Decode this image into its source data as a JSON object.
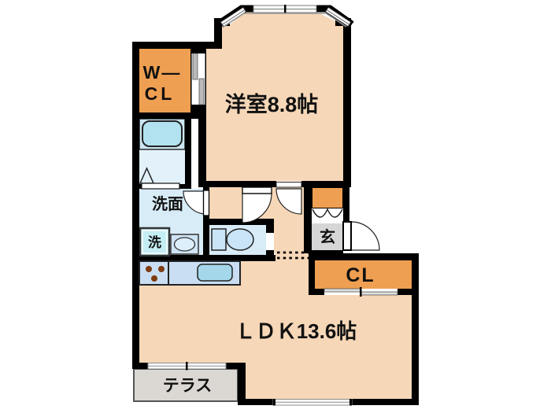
{
  "floorplan": {
    "labels": {
      "western_room": "洋室8.8帖",
      "wcl_line1": "W—",
      "wcl_line2": "CL",
      "washroom": "洗面",
      "washer": "洗",
      "entrance": "玄",
      "closet": "CL",
      "ldk": "ＬＤＫ13.6帖",
      "terrace": "テラス"
    },
    "colors": {
      "wall": "#000000",
      "room_floor": "#f6d7b8",
      "closet_orange": "#ef9f51",
      "wet_area_blue": "#d8ecf8",
      "bath_blue": "#cde7f2",
      "bath_lower_blue": "#e2f1fa",
      "bathtub_blue": "#b2e2ef",
      "washer_blue": "#c4eef4",
      "sink_blue": "#cfe4f4",
      "toilet_blue": "#c9e4f6",
      "kitchen_counter": "#c9def2",
      "kitchen_sink": "#a4d7ea",
      "entrance_gray": "#d6d6d6",
      "terrace_gray": "#dbd7d2",
      "stove_dot_brown": "#7e3b12"
    }
  }
}
